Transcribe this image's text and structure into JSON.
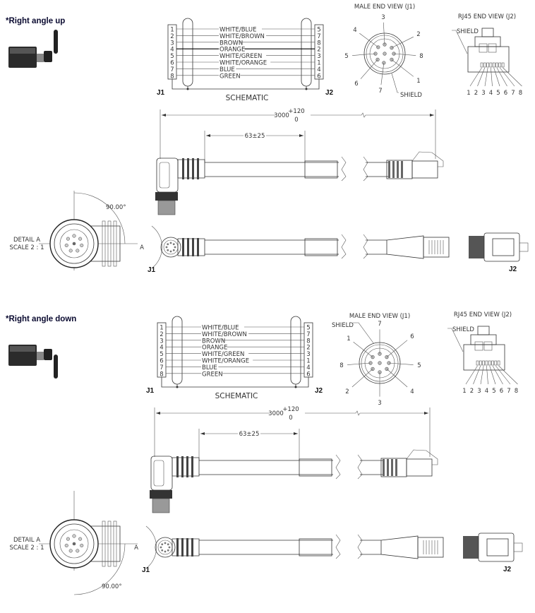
{
  "sections": [
    {
      "title": "*Right angle up",
      "schematic": {
        "title": "SCHEMATIC",
        "j1_label": "J1",
        "j2_label": "J2",
        "wires": [
          {
            "j1": "1",
            "color": "WHITE/BLUE",
            "j2": "5"
          },
          {
            "j1": "2",
            "color": "WHITE/BROWN",
            "j2": "7"
          },
          {
            "j1": "3",
            "color": "BROWN",
            "j2": "8"
          },
          {
            "j1": "4",
            "color": "ORANGE",
            "j2": "2"
          },
          {
            "j1": "5",
            "color": "WHITE/GREEN",
            "j2": "3"
          },
          {
            "j1": "6",
            "color": "WHITE/ORANGE",
            "j2": "1"
          },
          {
            "j1": "7",
            "color": "BLUE",
            "j2": "4"
          },
          {
            "j1": "8",
            "color": "GREEN",
            "j2": "6"
          }
        ]
      },
      "male_end_view": {
        "title": "MALE END VIEW (J1)",
        "shield": "SHIELD",
        "pins": [
          "1",
          "2",
          "3",
          "4",
          "5",
          "6",
          "7",
          "8"
        ]
      },
      "rj45_end_view": {
        "title": "RJ45 END VIEW (J2)",
        "shield": "SHIELD",
        "pins": [
          "1",
          "2",
          "3",
          "4",
          "5",
          "6",
          "7",
          "8"
        ]
      },
      "dimensions": {
        "overall": "3000",
        "tol_upper": "+120",
        "tol_lower": "0",
        "strip": "63±25"
      },
      "detail": {
        "line1": "DETAIL A",
        "line2": "SCALE 2 : 1",
        "angle": "90.00°",
        "view_marker": "A",
        "j1": "J1",
        "j2": "J2"
      }
    },
    {
      "title": "*Right angle down",
      "schematic": {
        "title": "SCHEMATIC",
        "j1_label": "J1",
        "j2_label": "J2",
        "wires": [
          {
            "j1": "1",
            "color": "WHITE/BLUE",
            "j2": "5"
          },
          {
            "j1": "2",
            "color": "WHITE/BROWN",
            "j2": "7"
          },
          {
            "j1": "3",
            "color": "BROWN",
            "j2": "8"
          },
          {
            "j1": "4",
            "color": "ORANGE",
            "j2": "2"
          },
          {
            "j1": "5",
            "color": "WHITE/GREEN",
            "j2": "3"
          },
          {
            "j1": "6",
            "color": "WHITE/ORANGE",
            "j2": "1"
          },
          {
            "j1": "7",
            "color": "BLUE",
            "j2": "4"
          },
          {
            "j1": "8",
            "color": "GREEN",
            "j2": "6"
          }
        ]
      },
      "male_end_view": {
        "title": "MALE END VIEW (J1)",
        "shield": "SHIELD",
        "pins": [
          "1",
          "2",
          "3",
          "4",
          "5",
          "6",
          "7",
          "8"
        ]
      },
      "rj45_end_view": {
        "title": "RJ45 END VIEW (J2)",
        "shield": "SHIELD",
        "pins": [
          "1",
          "2",
          "3",
          "4",
          "5",
          "6",
          "7",
          "8"
        ]
      },
      "dimensions": {
        "overall": "3000",
        "tol_upper": "+120",
        "tol_lower": "0",
        "strip": "63±25"
      },
      "detail": {
        "line1": "DETAIL A",
        "line2": "SCALE 2 : 1",
        "angle": "90.00°",
        "view_marker": "A",
        "j1": "J1",
        "j2": "J2"
      }
    }
  ]
}
